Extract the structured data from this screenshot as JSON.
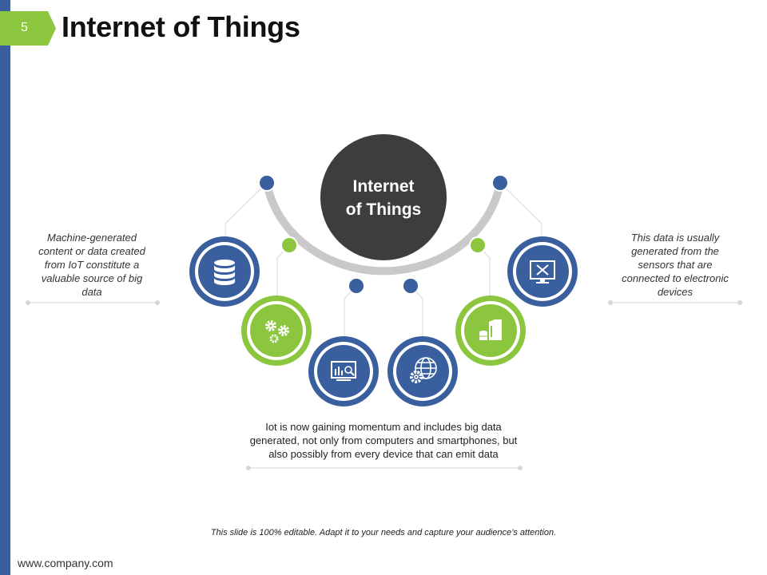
{
  "slide": {
    "number": "5",
    "title": "Internet of Things",
    "footnote": "This slide is 100% editable. Adapt it to your needs and capture your audience’s attention.",
    "website": "www.company.com"
  },
  "diagram": {
    "center_label_line1": "Internet",
    "center_label_line2": "of Things",
    "left_text": "Machine-generated content or data created from IoT constitute a valuable source of big data",
    "right_text": "This data is usually generated from the sensors that are connected to electronic devices",
    "bottom_text": "Iot is now gaining momentum and includes big data generated, not only from computers and smartphones, but also possibly from every device that can emit data",
    "nodes": [
      {
        "icon": "database-icon",
        "color": "#3a5f9e"
      },
      {
        "icon": "gears-icon",
        "color": "#8cc63f"
      },
      {
        "icon": "analytics-monitor-icon",
        "color": "#3a5f9e"
      },
      {
        "icon": "globe-gear-icon",
        "color": "#3a5f9e"
      },
      {
        "icon": "server-database-icon",
        "color": "#8cc63f"
      },
      {
        "icon": "tools-monitor-icon",
        "color": "#3a5f9e"
      }
    ]
  },
  "colors": {
    "blue": "#3a5f9e",
    "green": "#8cc63f",
    "dark": "#3d3d3d",
    "arc": "#c9c9c9"
  }
}
